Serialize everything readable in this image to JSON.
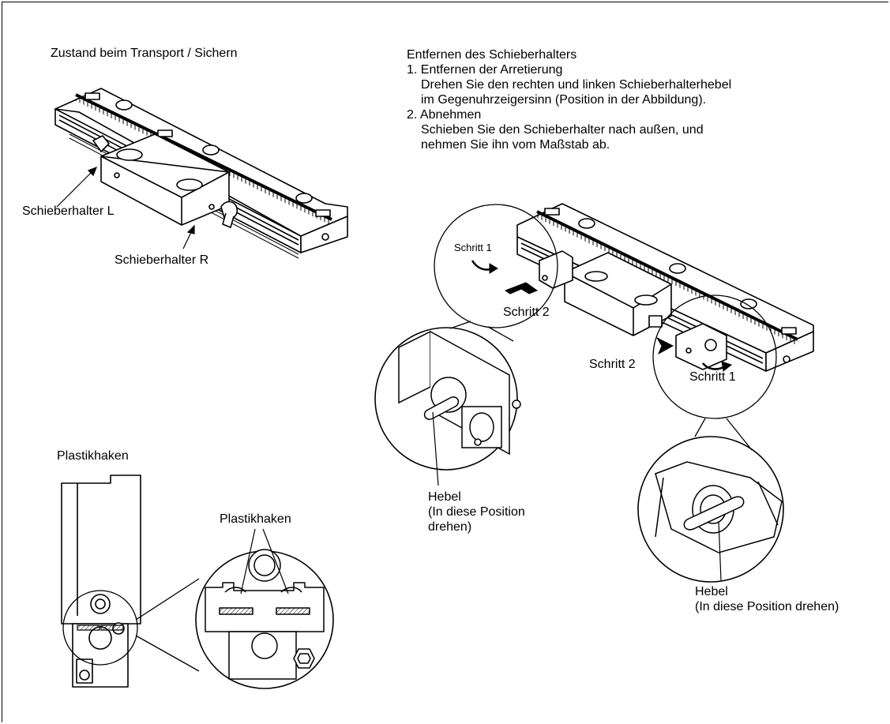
{
  "left": {
    "title": "Zustand beim Transport / Sichern",
    "label_l": "Schieberhalter L",
    "label_r": "Schieberhalter R"
  },
  "instructions": {
    "heading": "Entfernen des Schieberhalters",
    "step1_title": "1.  Entfernen der Arretierung",
    "step1_line1": "Drehen Sie den rechten und linken Schieberhalterhebel",
    "step1_line2": "im Gegenuhrzeigersinn (Position in der Abbildung).",
    "step2_title": "2.  Abnehmen",
    "step2_line1": "Schieben Sie den Schieberhalter nach außen, und",
    "step2_line2": "nehmen Sie ihn vom Maßstab ab."
  },
  "right": {
    "schritt1_a": "Schritt 1",
    "schritt2_a": "Schritt 2",
    "schritt2_b": "Schritt 2",
    "schritt1_b": "Schritt 1",
    "hebel_left_1": "Hebel",
    "hebel_left_2": "(In diese Position",
    "hebel_left_3": "drehen)",
    "hebel_right_1": "Hebel",
    "hebel_right_2": "(In diese Position drehen)"
  },
  "bottom": {
    "title": "Plastikhaken",
    "callout": "Plastikhaken"
  }
}
